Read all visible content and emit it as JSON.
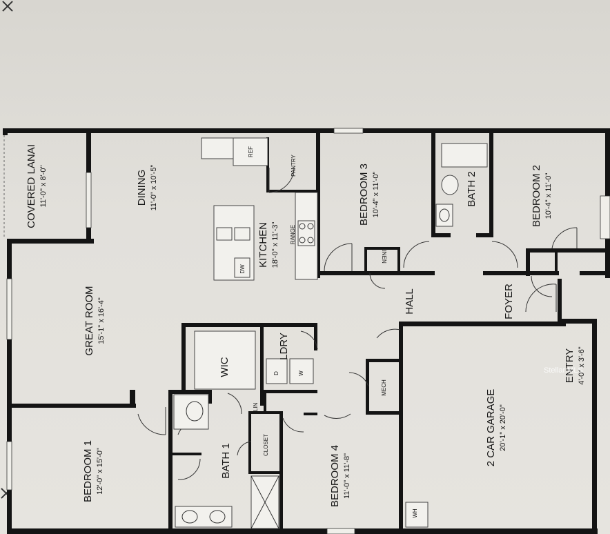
{
  "rooms": {
    "covered_lanai": {
      "name": "COVERED LANAI",
      "dims": "11'-0\" x 8'-0\""
    },
    "dining": {
      "name": "DINING",
      "dims": "11'-0\" x 10'-5\""
    },
    "kitchen": {
      "name": "KITCHEN",
      "dims": "18'-0\" x 11'-3\""
    },
    "bedroom3": {
      "name": "BEDROOM 3",
      "dims": "10'-4\" x 11'-0\""
    },
    "bath2": {
      "name": "BATH 2"
    },
    "bedroom2": {
      "name": "BEDROOM 2",
      "dims": "10'-4\" x 11'-0\""
    },
    "great_room": {
      "name": "GREAT ROOM",
      "dims": "15'-1\" x 16'-4\""
    },
    "hall": {
      "name": "HALL"
    },
    "foyer": {
      "name": "FOYER"
    },
    "wic": {
      "name": "WIC"
    },
    "laundry": {
      "name": "LDRY"
    },
    "bedroom1": {
      "name": "BEDROOM 1",
      "dims": "12'-0\" x 15'-0\""
    },
    "bath1": {
      "name": "BATH 1"
    },
    "bedroom4": {
      "name": "BEDROOM 4",
      "dims": "11'-0\" x 11'-8\""
    },
    "garage": {
      "name": "2 CAR GARAGE",
      "dims": "20'-1\" x 20'-0\""
    },
    "entry": {
      "name": "ENTRY",
      "dims": "4'-0\" x 3'-6\""
    }
  },
  "fixtures": {
    "ref": "REF",
    "pantry": "PANTRY",
    "range": "RANGE",
    "dw": "DW",
    "linen": "LINEN",
    "mech": "MECH",
    "dryer": "D",
    "washer": "W",
    "lin": "LIN",
    "closet": "CLOSET",
    "wh": "WH"
  },
  "watermark": "Stellar MLS"
}
